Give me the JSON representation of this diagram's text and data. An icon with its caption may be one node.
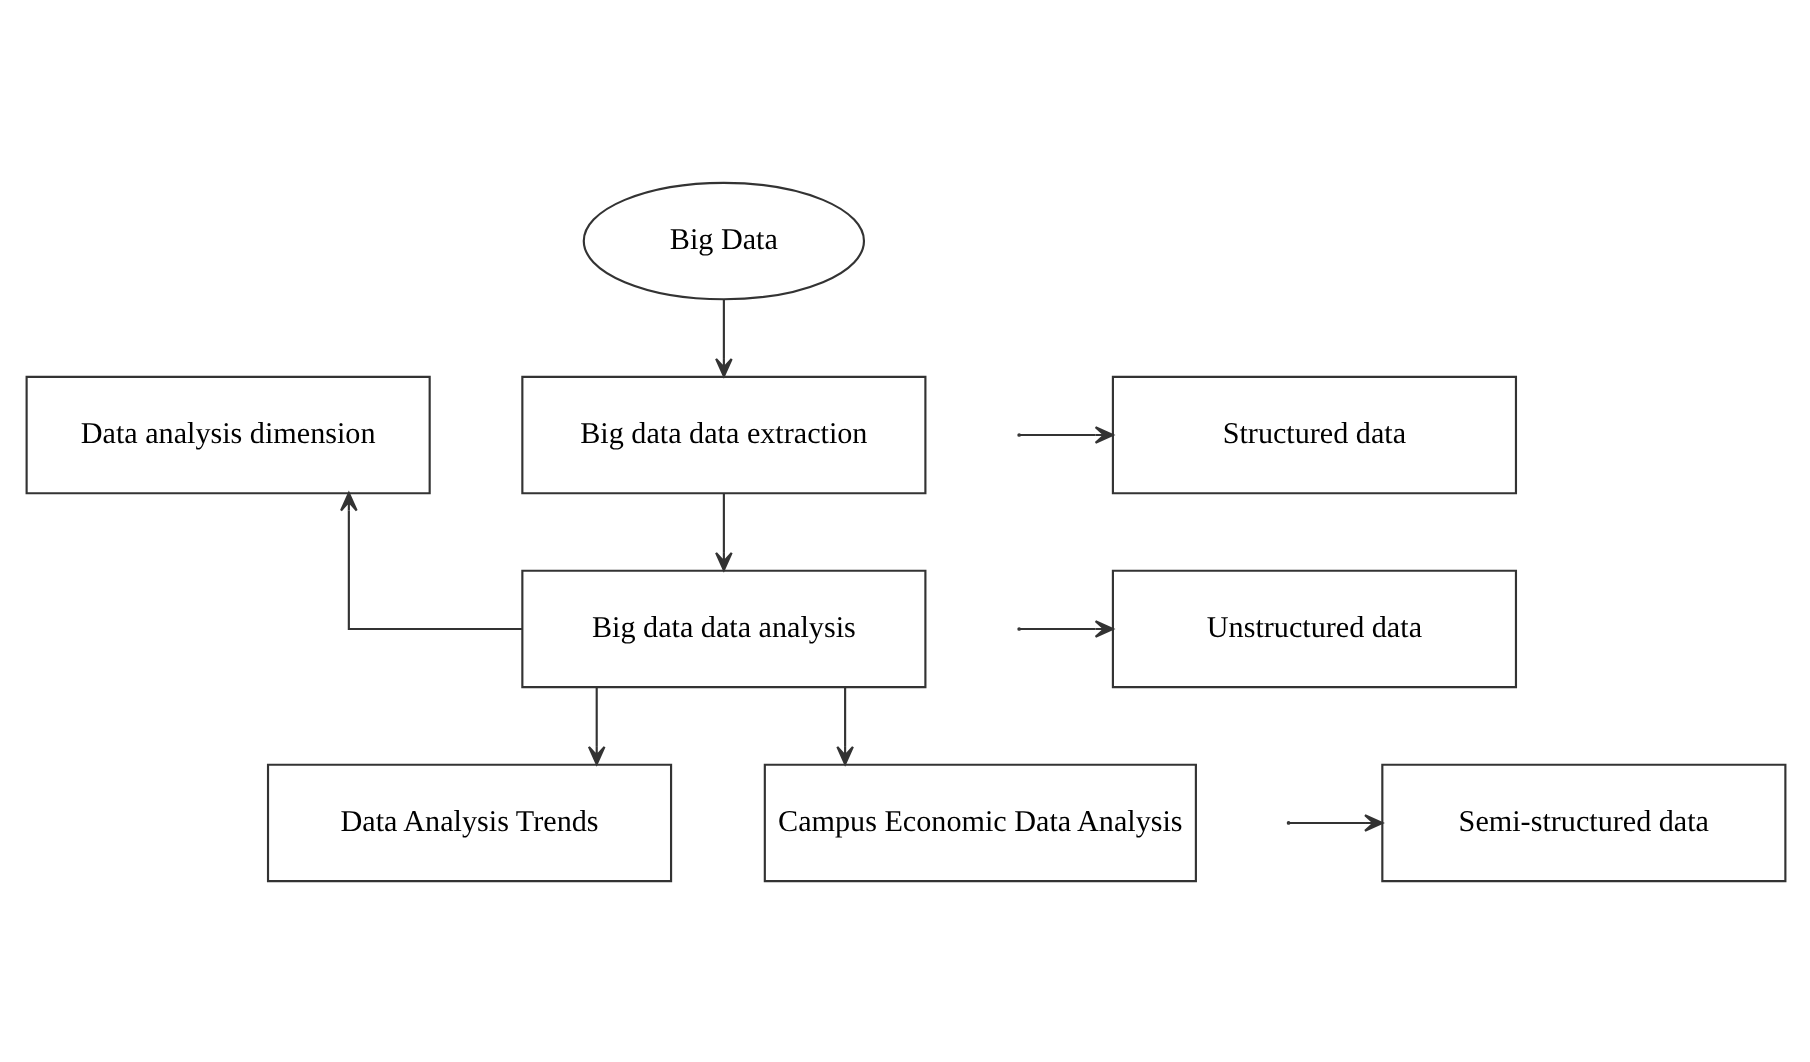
{
  "diagram": {
    "nodes": [
      {
        "text": [
          "Big Data"
        ]
      },
      {
        "text": [
          "Data analysis dimension"
        ]
      },
      {
        "text": [
          "Big data data extraction"
        ]
      },
      {
        "text": [
          "Structured data"
        ]
      },
      {
        "text": [
          "Big data data analysis"
        ]
      },
      {
        "text": [
          "Unstructured data"
        ]
      },
      {
        "text": [
          "Data Analysis Trends"
        ]
      },
      {
        "text": [
          "Campus Economic Data Analysis"
        ]
      },
      {
        "text": [
          "Semi-structured data"
        ]
      }
    ],
    "edges": [
      {
        "from": 0,
        "to": 2,
        "arrow": "to"
      },
      {
        "from": 2,
        "to": 4,
        "arrow": "to"
      },
      {
        "from": 4,
        "to": 1,
        "arrow": "to"
      },
      {
        "from": 4,
        "to": 6,
        "arrow": "to"
      },
      {
        "from": 4,
        "to": 7,
        "arrow": "to"
      },
      {
        "from": null,
        "to": 3,
        "arrow": "to"
      },
      {
        "from": null,
        "to": 5,
        "arrow": "to"
      },
      {
        "from": null,
        "to": 8,
        "arrow": "to"
      }
    ]
  }
}
